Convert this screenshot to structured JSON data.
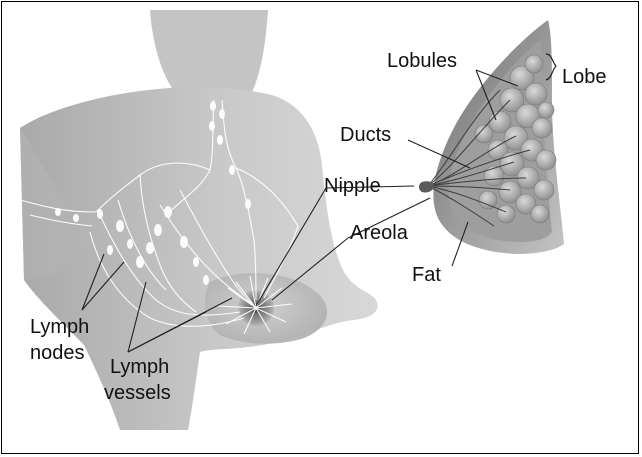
{
  "labels": {
    "lobules": "Lobules",
    "lobe": "Lobe",
    "ducts": "Ducts",
    "nipple": "Nipple",
    "areola": "Areola",
    "fat": "Fat",
    "lymph_nodes_line1": "Lymph",
    "lymph_nodes_line2": "nodes",
    "lymph_vessels_line1": "Lymph",
    "lymph_vessels_line2": "vessels"
  },
  "colors": {
    "body_shade": "#bdbdbd",
    "body_light": "#d6d6d6",
    "tissue_dark": "#8a8a8a",
    "leader_line": "#222222"
  }
}
